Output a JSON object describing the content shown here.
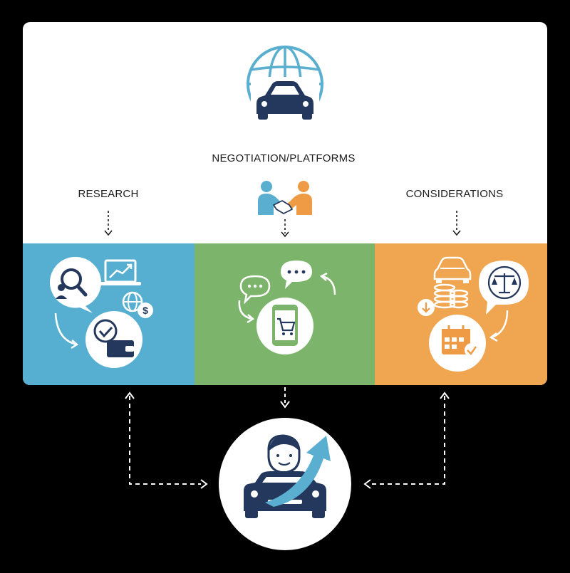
{
  "diagram": {
    "labels": {
      "negotiation": "NEGOTIATION/PLATFORMS",
      "research": "RESEARCH",
      "considerations": "CONSIDERATIONS"
    },
    "colors": {
      "background": "#000000",
      "card": "#ffffff",
      "navy": "#23385c",
      "sky": "#5aafd0",
      "research_panel": "#56afd1",
      "negotiation_panel": "#7cb46b",
      "considerations_panel": "#f0a651",
      "orange": "#ef9a45",
      "connector": "#ffffff"
    },
    "icons": {
      "top": "globe-car-icon",
      "negotiation": "handshake-icon",
      "research_panel": [
        "magnifier-user-icon",
        "laptop-chart-icon",
        "globe-dollar-icon",
        "wallet-check-icon"
      ],
      "negotiation_panel": [
        "chat-bubble-icon",
        "smartphone-cart-icon"
      ],
      "considerations_panel": [
        "car-icon",
        "coin-stack-icon",
        "scales-icon",
        "calendar-check-icon"
      ],
      "bottom": "driver-growth-icon"
    }
  }
}
